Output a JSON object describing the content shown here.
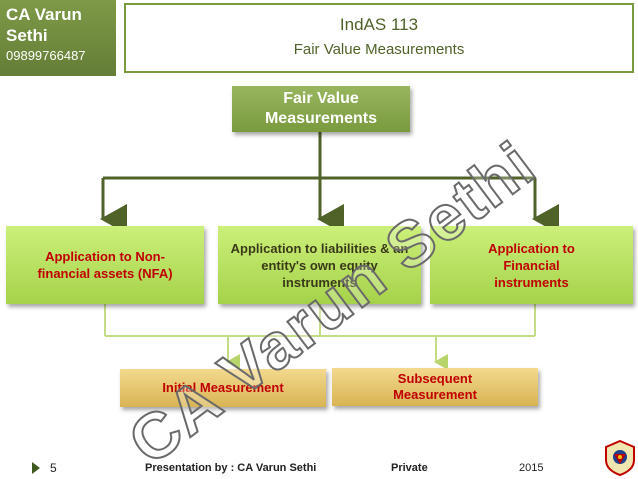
{
  "header": {
    "presenter_name": "CA Varun Sethi",
    "phone": "09899766487",
    "title": "IndAS 113",
    "subtitle": "Fair Value Measurements"
  },
  "diagram": {
    "root": "Fair Value Measurements",
    "applications": [
      "Application to Non-financial assets (NFA)",
      "Application to liabilities & an entity's own equity instruments",
      "Application to Financial instruments"
    ],
    "measurements": [
      "Initial Measurement",
      "Subsequent Measurement"
    ]
  },
  "watermark": "CA Varun Sethi",
  "footer": {
    "page": "5",
    "presentation": "Presentation by : CA Varun Sethi",
    "private": "Private",
    "year": "2015"
  },
  "colors": {
    "accent_green": "#7a9a3e",
    "box_green": "#a5d24a",
    "box_gold": "#d8b453",
    "text_red": "#c00000"
  },
  "icons": [
    "icai-logo-icon",
    "play-arrow-icon"
  ]
}
